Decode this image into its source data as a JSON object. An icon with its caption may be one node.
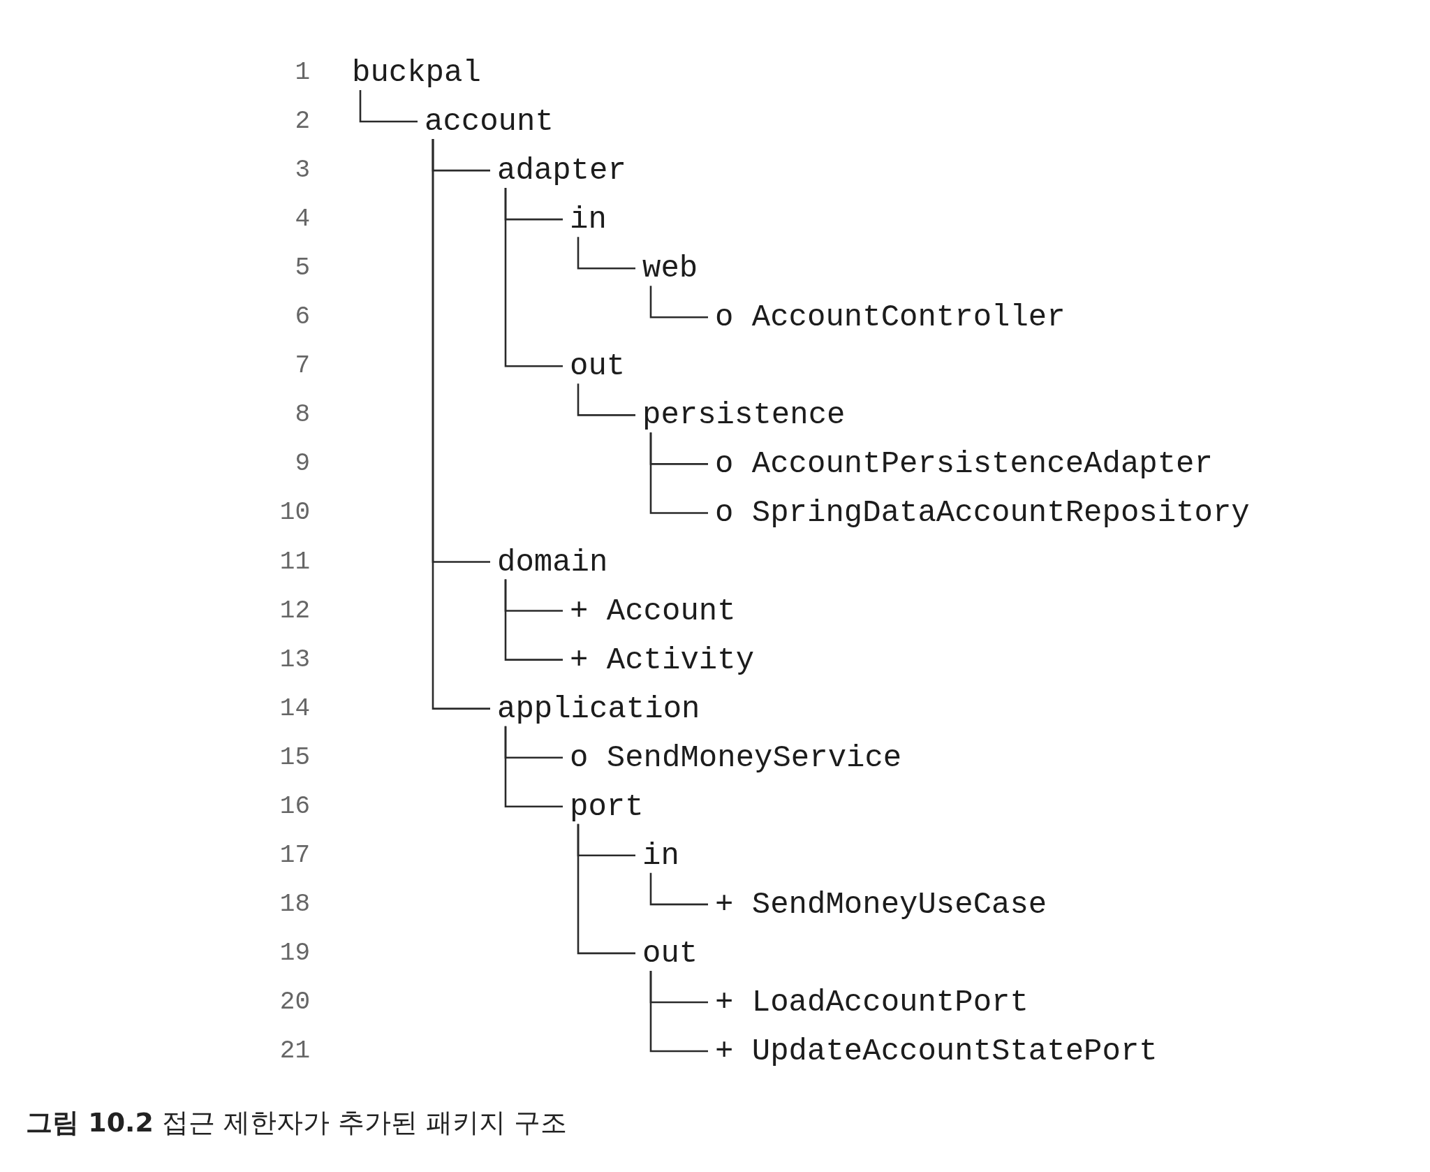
{
  "diagram": {
    "caption": "**그림 10.2** 접근 제한자가 추가된 패키지 구조",
    "nodes": [
      {
        "text": [
          "buckpal"
        ]
      },
      {
        "text": [
          "account"
        ]
      },
      {
        "text": [
          "adapter"
        ]
      },
      {
        "text": [
          "in"
        ]
      },
      {
        "text": [
          "web"
        ]
      },
      {
        "text": [
          "o AccountController"
        ]
      },
      {
        "text": [
          "out"
        ]
      },
      {
        "text": [
          "persistence"
        ]
      },
      {
        "text": [
          "o AccountPersistenceAdapter"
        ]
      },
      {
        "text": [
          "o SpringDataAccountRepository"
        ]
      },
      {
        "text": [
          "domain"
        ]
      },
      {
        "text": [
          "+ Account"
        ]
      },
      {
        "text": [
          "+ Activity"
        ]
      },
      {
        "text": [
          "application"
        ]
      },
      {
        "text": [
          "o SendMoneyService"
        ]
      },
      {
        "text": [
          "port"
        ]
      },
      {
        "text": [
          "in"
        ]
      },
      {
        "text": [
          "+ SendMoneyUseCase"
        ]
      },
      {
        "text": [
          "out"
        ]
      },
      {
        "text": [
          "+ LoadAccountPort"
        ]
      },
      {
        "text": [
          "+ UpdateAccountStatePort"
        ]
      }
    ],
    "edges": [
      {
        "from": 0,
        "to": 1,
        "arrow": "none"
      },
      {
        "from": 1,
        "to": 2,
        "arrow": "none"
      },
      {
        "from": 2,
        "to": 3,
        "arrow": "none"
      },
      {
        "from": 3,
        "to": 4,
        "arrow": "none"
      },
      {
        "from": 4,
        "to": 5,
        "arrow": "none"
      },
      {
        "from": 2,
        "to": 6,
        "arrow": "none"
      },
      {
        "from": 6,
        "to": 7,
        "arrow": "none"
      },
      {
        "from": 7,
        "to": 8,
        "arrow": "none"
      },
      {
        "from": 7,
        "to": 9,
        "arrow": "none"
      },
      {
        "from": 1,
        "to": 10,
        "arrow": "none"
      },
      {
        "from": 10,
        "to": 11,
        "arrow": "none"
      },
      {
        "from": 10,
        "to": 12,
        "arrow": "none"
      },
      {
        "from": 1,
        "to": 13,
        "arrow": "none"
      },
      {
        "from": 13,
        "to": 14,
        "arrow": "none"
      },
      {
        "from": 13,
        "to": 15,
        "arrow": "none"
      },
      {
        "from": 15,
        "to": 16,
        "arrow": "none"
      },
      {
        "from": 16,
        "to": 17,
        "arrow": "none"
      },
      {
        "from": 15,
        "to": 18,
        "arrow": "none"
      },
      {
        "from": 18,
        "to": 19,
        "arrow": "none"
      },
      {
        "from": 18,
        "to": 20,
        "arrow": "none"
      }
    ],
    "labels": [
      "1",
      "2",
      "3",
      "4",
      "5",
      "6",
      "7",
      "8",
      "9",
      "10",
      "11",
      "12",
      "13",
      "14",
      "15",
      "16",
      "17",
      "18",
      "19",
      "20",
      "21"
    ]
  }
}
